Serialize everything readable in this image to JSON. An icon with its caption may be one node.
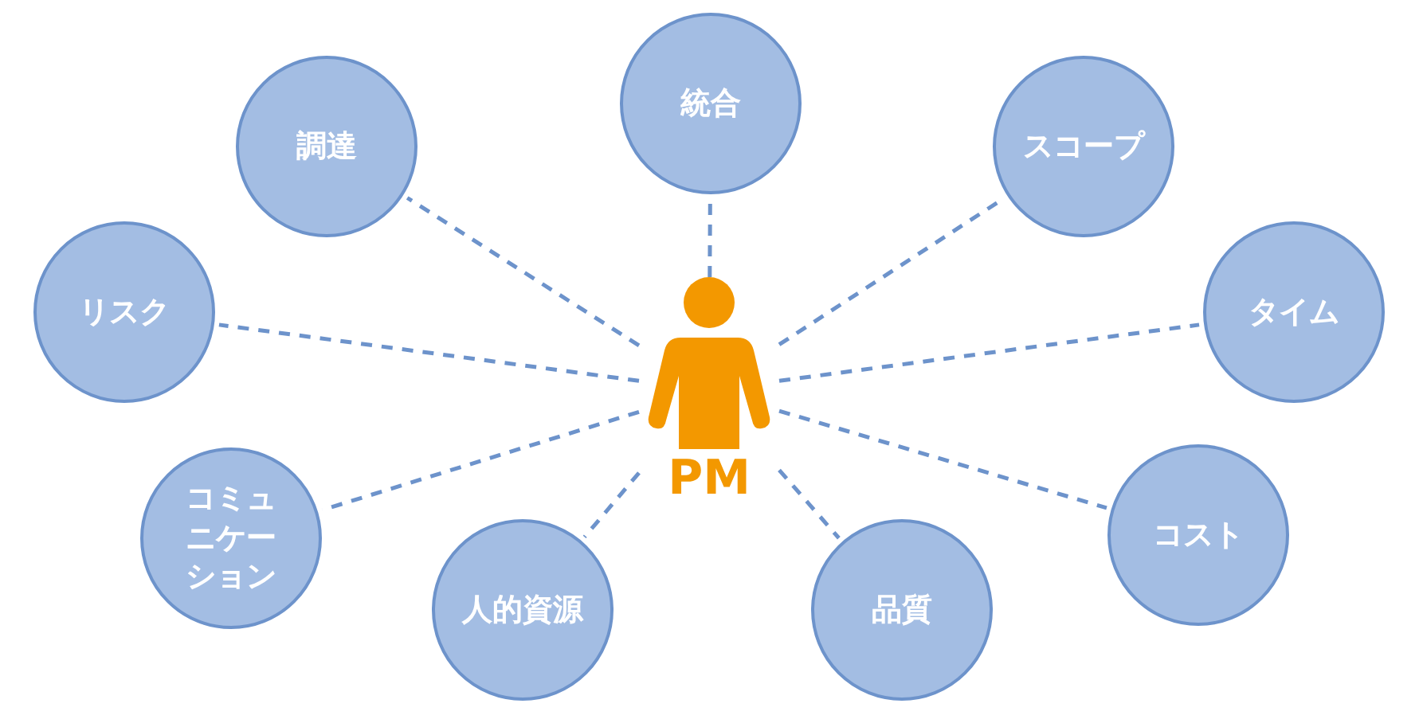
{
  "diagram": {
    "nodes": [
      {
        "text": [
          "PM"
        ]
      },
      {
        "text": [
          "統合"
        ]
      },
      {
        "text": [
          "調達"
        ]
      },
      {
        "text": [
          "スコープ"
        ]
      },
      {
        "text": [
          "リスク"
        ]
      },
      {
        "text": [
          "タイム"
        ]
      },
      {
        "text": [
          "コミュニケーション"
        ]
      },
      {
        "text": [
          "人的資源"
        ]
      },
      {
        "text": [
          "品質"
        ]
      },
      {
        "text": [
          "コスト"
        ]
      }
    ],
    "edges": [
      {
        "from": 0,
        "to": 1,
        "arrow": "none",
        "style": "dashed"
      },
      {
        "from": 0,
        "to": 2,
        "arrow": "none",
        "style": "dashed"
      },
      {
        "from": 0,
        "to": 3,
        "arrow": "none",
        "style": "dashed"
      },
      {
        "from": 0,
        "to": 4,
        "arrow": "none",
        "style": "dashed"
      },
      {
        "from": 0,
        "to": 5,
        "arrow": "none",
        "style": "dashed"
      },
      {
        "from": 0,
        "to": 6,
        "arrow": "none",
        "style": "dashed"
      },
      {
        "from": 0,
        "to": 7,
        "arrow": "none",
        "style": "dashed"
      },
      {
        "from": 0,
        "to": 8,
        "arrow": "none",
        "style": "dashed"
      },
      {
        "from": 0,
        "to": 9,
        "arrow": "none",
        "style": "dashed"
      }
    ]
  }
}
